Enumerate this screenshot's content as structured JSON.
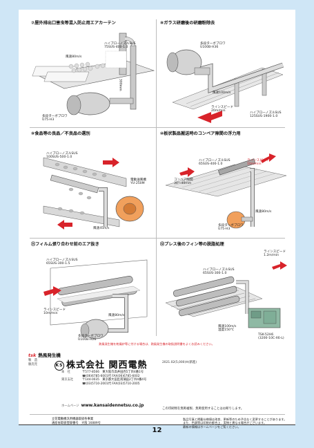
{
  "panels": [
    {
      "title": "⑦屋外排出口害虫等混入防止用エアカーテン",
      "labels": {
        "nozzle1": "ハイブローノズルSUS",
        "nozzle2": "75SUS-400-1.0",
        "wind": "風速80m/s",
        "dim": "300mm",
        "turbo1": "多段ターボブロワ",
        "turbo2": "U75-H3"
      }
    },
    {
      "title": "⑧ガラス研磨後の研磨粉除去",
      "labels": {
        "turbo1": "多段ターボブロワ",
        "turbo2": "U100B-H36",
        "wind": "風速100m/s",
        "speed1": "ラインスピード",
        "speed2": "20m/min",
        "nozzle1": "ハイブローノズルSUS",
        "nozzle2": "125SUS-1900-1.0"
      }
    },
    {
      "title": "⑨食品等の良品／不良品の選別",
      "labels": {
        "nozzle1": "ハイブローノズルSUS",
        "nozzle2": "100SUS-500-1.0",
        "fan1": "電動送風機",
        "fan2": "YU-250M",
        "wind": "風速45m/s"
      }
    },
    {
      "title": "⑩板状製品搬送時のコンベア隙間の浮力用",
      "labels": {
        "nozzle1": "ハイブローノズルSUS",
        "nozzle2": "65SUS-400-1.0",
        "speed1": "ラインスピード",
        "speed2": "10m/min",
        "gap1": "コンベア隙間",
        "gap2": "30〜40mm",
        "wind": "風速80m/s",
        "turbo1": "多段ターボブロワ",
        "turbo2": "U75-H3"
      }
    },
    {
      "title": "⑪フィルム張り合わせ前のエア抜き",
      "labels": {
        "nozzle1": "ハイブローノズルSUS",
        "nozzle2": "65SUS-300-1.5",
        "speed1": "ラインスピード",
        "speed2": "10m/min",
        "wind": "風速80m/s",
        "turbo1": "多段ターボブロワ",
        "turbo2": "U100B-H26"
      }
    },
    {
      "title": "⑫プレス後のフィン等の脱脂処理",
      "labels": {
        "speed1": "ラインスピード",
        "speed2": "1.2m/min",
        "nozzle1": "ハイブローノズルSUS",
        "nozzle2": "65SUS-300-1.0",
        "wind": "風速100m/s",
        "temp": "温度150℃",
        "heater1": "TSK-52H6",
        "heater2": "(3200-10C-X6-L)"
      }
    }
  ],
  "notice": "熱風発生機を乾燥炉等に付ける場合は、熱風発生機の取扱説明書をよくお読みください。",
  "brand": {
    "mark": "tsk",
    "name": "熱風発生機"
  },
  "maker": {
    "line1": "製　造",
    "line2": "販売元"
  },
  "company": {
    "logo": "KS",
    "name": "株式会社 関西電熱"
  },
  "addresses": [
    {
      "key": "本　社",
      "text": "〒577-8566　東大阪市高井田西5丁目4番1号"
    },
    {
      "key": "",
      "text": "☎(06)6785-6001代 FAX(06)6785-6002"
    },
    {
      "key": "東京支社",
      "text": "〒144-0035　東京都大田区南蒲田2丁目4番4号"
    },
    {
      "key": "",
      "text": "☎(03)5710-2001代 FAX(03)5710-2005"
    }
  ],
  "url": {
    "key": "ホームページ",
    "text": "www.kansaidennetsu.co.jp"
  },
  "date": "2021.02(5,000)※(新進)",
  "change_notice": "この印刷物を無断複製、無断使用することはお断りします。",
  "foot_left": [
    "立花電動機汎用機器取扱各事業",
    "通産省取扱登録番号　大阪 16889号"
  ],
  "foot_right": [
    "製品写真と掲載仕様値は改良、更新等のため予告なく変更することがあります。",
    "また、色調等は印刷の都合上、実物と異なる場合がございます。",
    "最新の情報はホームページをご覧ください。"
  ],
  "page_number": "12",
  "colors": {
    "accent_red": "#d8232a",
    "background": "#cfe6f6"
  }
}
